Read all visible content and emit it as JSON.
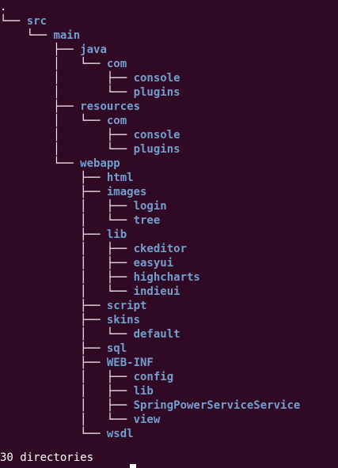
{
  "terminal": {
    "colors": {
      "background": "#300a24",
      "directory": "#729fcf",
      "text": "#ffffff"
    },
    "tree": [
      {
        "prefix": "",
        "name": "."
      },
      {
        "prefix": "└── ",
        "name": "src"
      },
      {
        "prefix": "    └── ",
        "name": "main"
      },
      {
        "prefix": "        ├── ",
        "name": "java"
      },
      {
        "prefix": "        │   └── ",
        "name": "com"
      },
      {
        "prefix": "        │       ├── ",
        "name": "console"
      },
      {
        "prefix": "        │       └── ",
        "name": "plugins"
      },
      {
        "prefix": "        ├── ",
        "name": "resources"
      },
      {
        "prefix": "        │   └── ",
        "name": "com"
      },
      {
        "prefix": "        │       ├── ",
        "name": "console"
      },
      {
        "prefix": "        │       └── ",
        "name": "plugins"
      },
      {
        "prefix": "        └── ",
        "name": "webapp"
      },
      {
        "prefix": "            ├── ",
        "name": "html"
      },
      {
        "prefix": "            ├── ",
        "name": "images"
      },
      {
        "prefix": "            │   ├── ",
        "name": "login"
      },
      {
        "prefix": "            │   └── ",
        "name": "tree"
      },
      {
        "prefix": "            ├── ",
        "name": "lib"
      },
      {
        "prefix": "            │   ├── ",
        "name": "ckeditor"
      },
      {
        "prefix": "            │   ├── ",
        "name": "easyui"
      },
      {
        "prefix": "            │   ├── ",
        "name": "highcharts"
      },
      {
        "prefix": "            │   └── ",
        "name": "indieui"
      },
      {
        "prefix": "            ├── ",
        "name": "script"
      },
      {
        "prefix": "            ├── ",
        "name": "skins"
      },
      {
        "prefix": "            │   └── ",
        "name": "default"
      },
      {
        "prefix": "            ├── ",
        "name": "sql"
      },
      {
        "prefix": "            ├── ",
        "name": "WEB-INF"
      },
      {
        "prefix": "            │   ├── ",
        "name": "config"
      },
      {
        "prefix": "            │   ├── ",
        "name": "lib"
      },
      {
        "prefix": "            │   ├── ",
        "name": "SpringPowerServiceService"
      },
      {
        "prefix": "            │   └── ",
        "name": "view"
      },
      {
        "prefix": "            └── ",
        "name": "wsdl"
      }
    ],
    "summary": "30 directories"
  }
}
